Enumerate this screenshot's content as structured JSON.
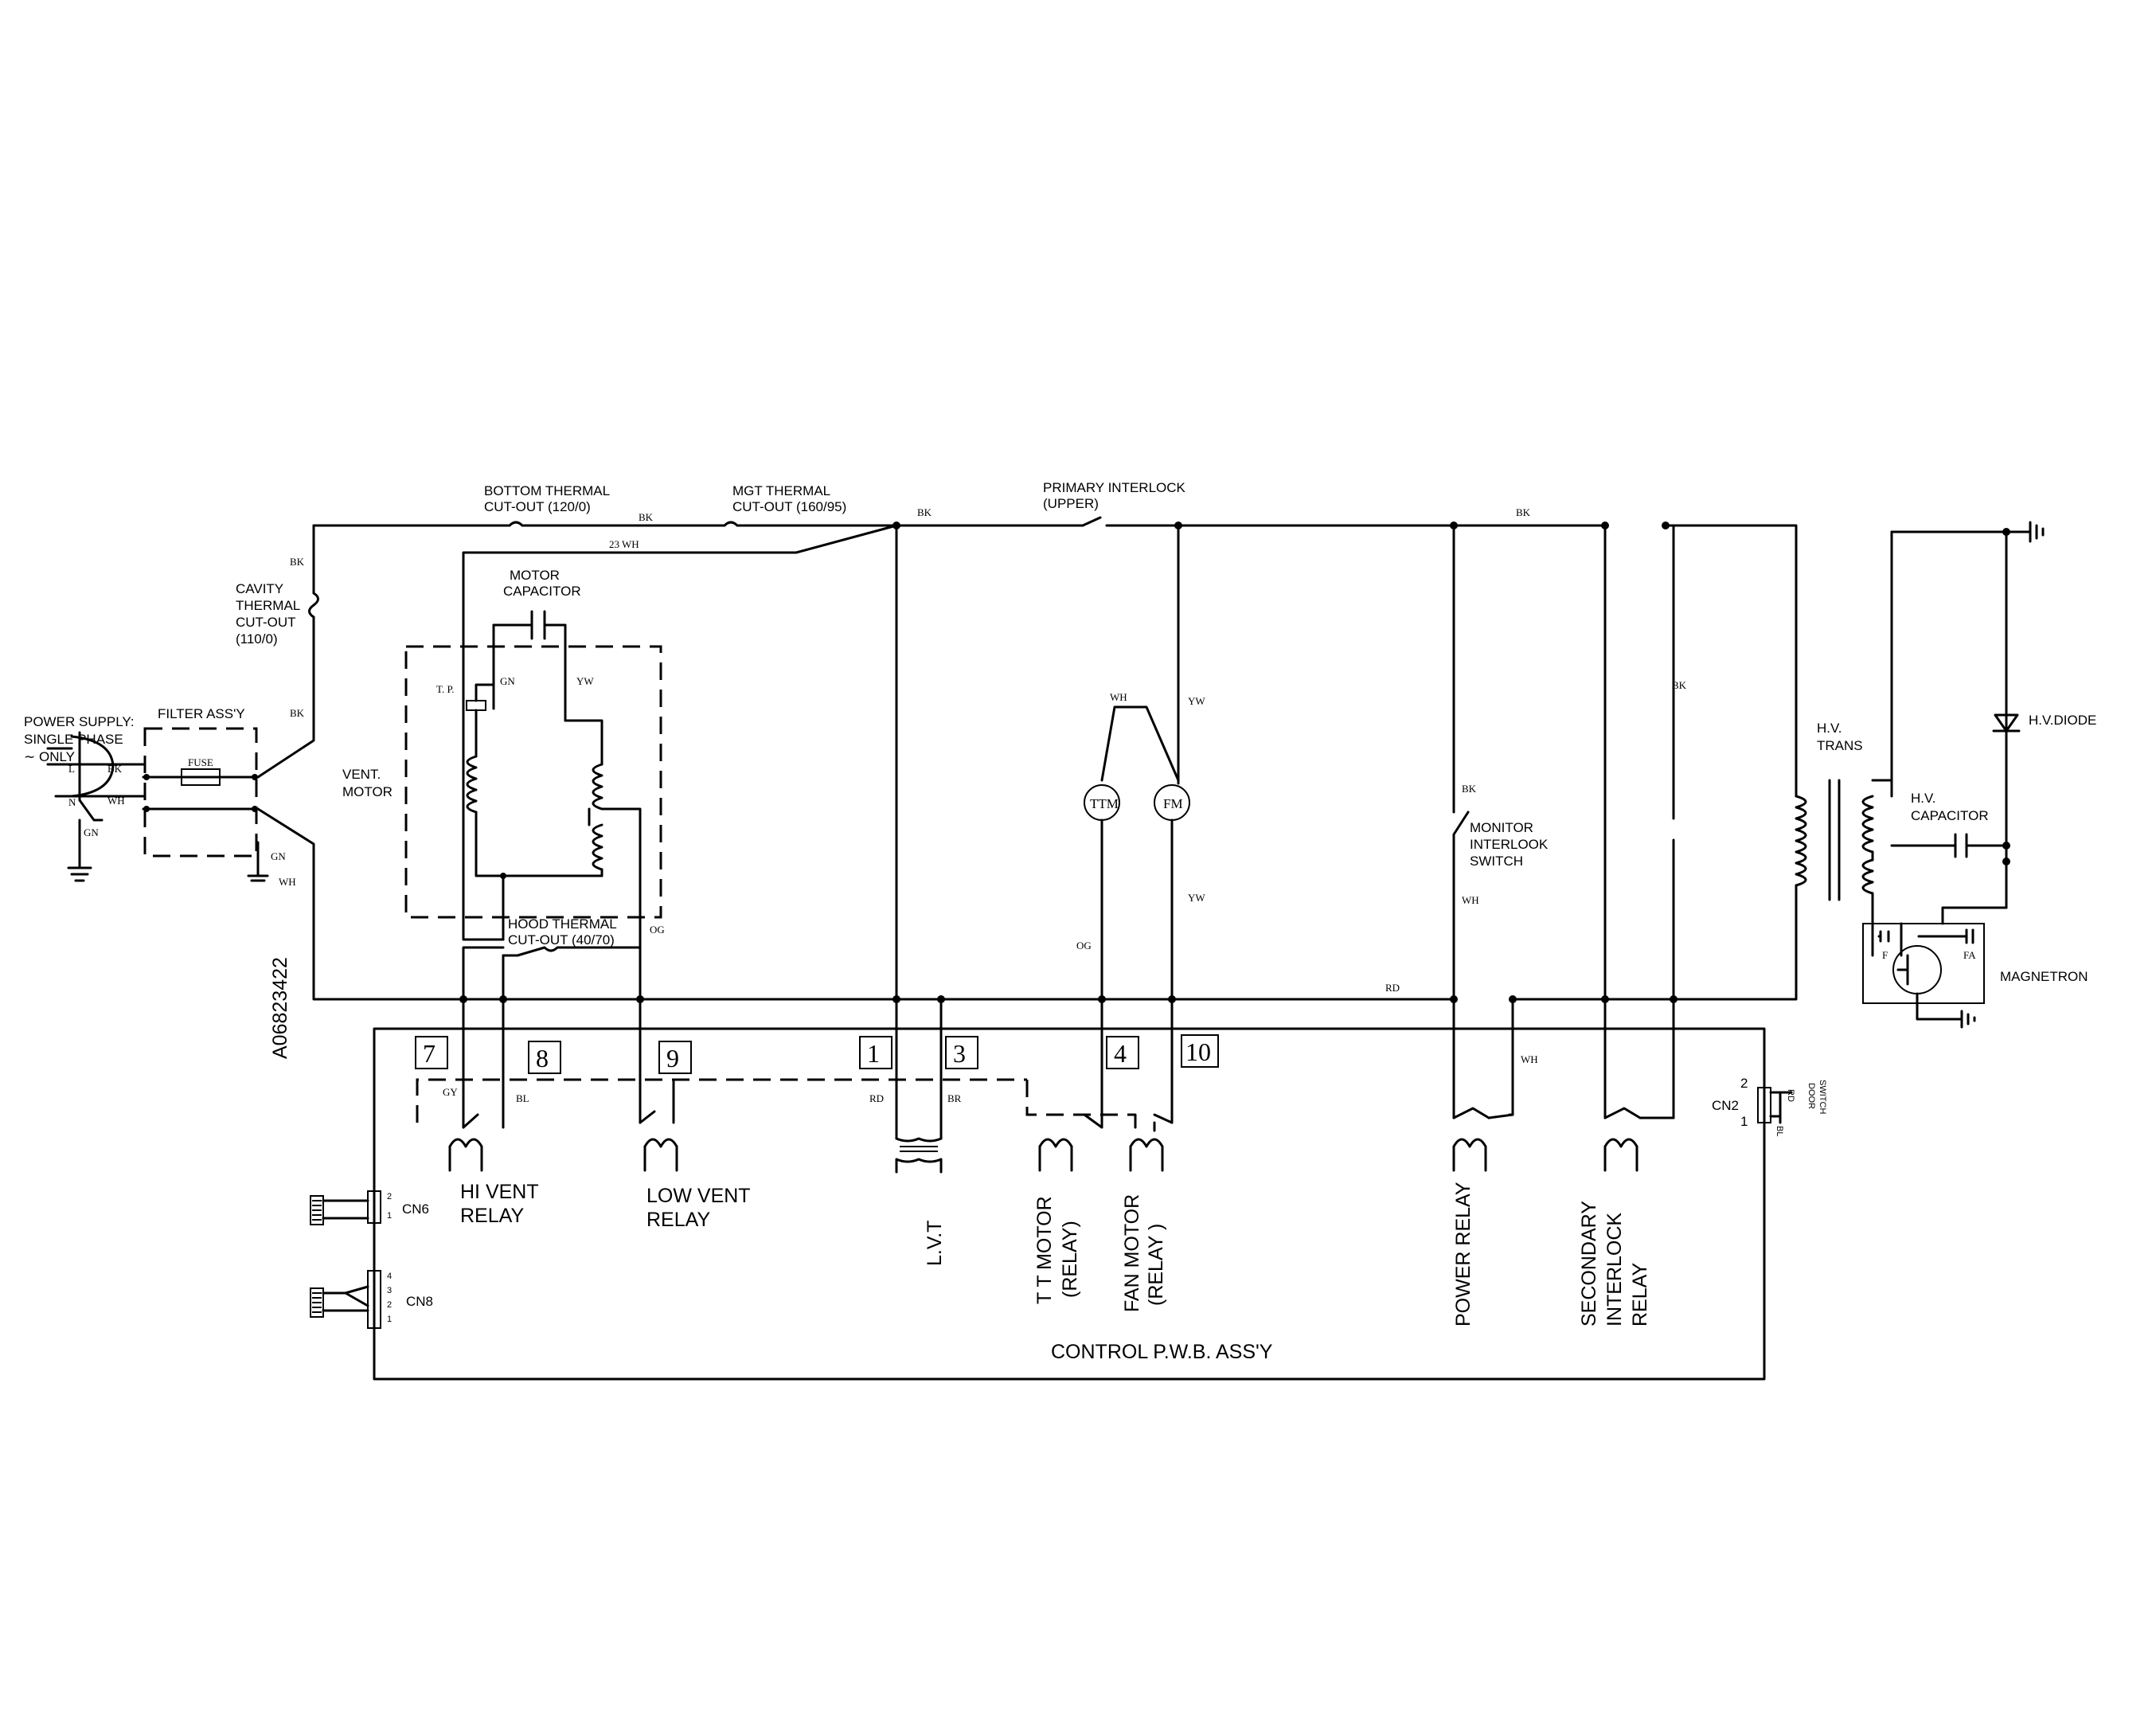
{
  "components": {
    "power_supply": "POWER SUPPLY:",
    "single_phase": "SINGLE PHASE",
    "only": "∼ ONLY",
    "filter_assy": "FILTER ASS'Y",
    "fuse": "FUSE",
    "cavity_tco_1": "CAVITY",
    "cavity_tco_2": "THERMAL",
    "cavity_tco_3": "CUT-OUT",
    "cavity_tco_4": "(110/0)",
    "bottom_tco_1": "BOTTOM THERMAL",
    "bottom_tco_2": "CUT-OUT (120/0)",
    "mgt_tco_1": "MGT THERMAL",
    "mgt_tco_2": "CUT-OUT (160/95)",
    "primary_1": "PRIMARY INTERLOCK",
    "primary_2": "(UPPER)",
    "motor_cap_1": "MOTOR",
    "motor_cap_2": "CAPACITOR",
    "vent_motor_1": "VENT.",
    "vent_motor_2": "MOTOR",
    "tp": "T. P.",
    "hood_tco_1": "HOOD THERMAL",
    "hood_tco_2": "CUT-OUT (40/70)",
    "ttm": "TTM",
    "fm": "FM",
    "monitor_1": "MONITOR",
    "monitor_2": "INTERLOOK",
    "monitor_3": "SWITCH",
    "hv_trans_1": "H.V.",
    "hv_trans_2": "TRANS",
    "hv_cap_1": "H.V.",
    "hv_cap_2": "CAPACITOR",
    "hv_diode": "H.V.DIODE",
    "magnetron": "MAGNETRON",
    "f": "F",
    "fa": "FA",
    "part_no": "A06823422",
    "door_switch_1": "DOOR",
    "door_switch_2": "SWITCH"
  },
  "wires": {
    "bk": "BK",
    "wh": "WH",
    "gn": "GN",
    "yw": "YW",
    "og": "OG",
    "rd": "RD",
    "gy": "GY",
    "bl": "BL",
    "br": "BR",
    "w23": "23 WH",
    "l": "L",
    "n": "N"
  },
  "pwb": {
    "title": "CONTROL P.W.B. ASS'Y",
    "pins": [
      "7",
      "8",
      "9",
      "1",
      "3",
      "4",
      "10"
    ],
    "hi_vent_1": "HI VENT",
    "hi_vent_2": "RELAY",
    "low_vent_1": "LOW  VENT",
    "low_vent_2": "RELAY",
    "lvt": "L.V.T",
    "tt_motor_1": "T T MOTOR",
    "tt_motor_2": "(RELAY)",
    "fan_motor_1": "FAN MOTOR",
    "fan_motor_2": "(RELAY )",
    "power_relay": "POWER RELAY",
    "sec_1": "SECONDARY",
    "sec_2": "INTERLOCK",
    "sec_3": "RELAY",
    "cn6": "CN6",
    "cn8": "CN8",
    "cn2": "CN2",
    "cn2_pin2": "2",
    "cn2_pin1": "1",
    "cn6_p2": "2",
    "cn6_p1": "1",
    "cn8_p4": "4",
    "cn8_p3": "3",
    "cn8_p2": "2",
    "cn8_p1": "1"
  }
}
